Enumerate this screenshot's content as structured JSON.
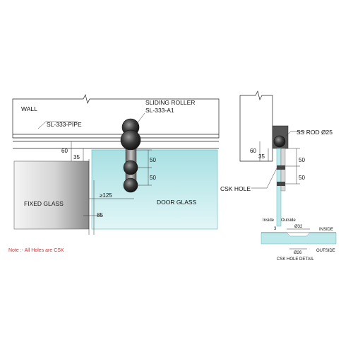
{
  "labels": {
    "wall": "WALL",
    "pipe": "SL-333-PIPE",
    "roller_title": "SLIDING ROLLER",
    "roller_code": "SL-333-A1",
    "fixed_glass": "FIXED GLASS",
    "door_glass": "DOOR GLASS",
    "ss_rod": "SS ROD Ø25",
    "csk_hole": "CSK HOLE",
    "inside_small": "Inside",
    "outside_small": "Outside",
    "inside": "INSIDE",
    "outside": "OUTSIDE",
    "csk_detail": "CSK HOLE DETAIL",
    "note": "Note :- All Holes are CSK"
  },
  "dimensions": {
    "wall_to_glass": "60",
    "rod_to_glass": "35",
    "roller_spacing_1": "50",
    "roller_spacing_2": "50",
    "overlap": "≥125",
    "gap": "85",
    "side_60": "60",
    "side_35": "35",
    "side_50_top": "50",
    "side_50_bottom": "50",
    "depth": "3",
    "dia_outer": "Ø32",
    "dia_inner": "Ø26"
  },
  "colors": {
    "glass": "#bfe8ea",
    "glass_edge": "#7fc9cd",
    "fixed_glass_light": "#f4f4f4",
    "fixed_glass_dark": "#8a8a8a",
    "wall_fill": "#f2f2f2",
    "note_red": "#d32f2f"
  }
}
